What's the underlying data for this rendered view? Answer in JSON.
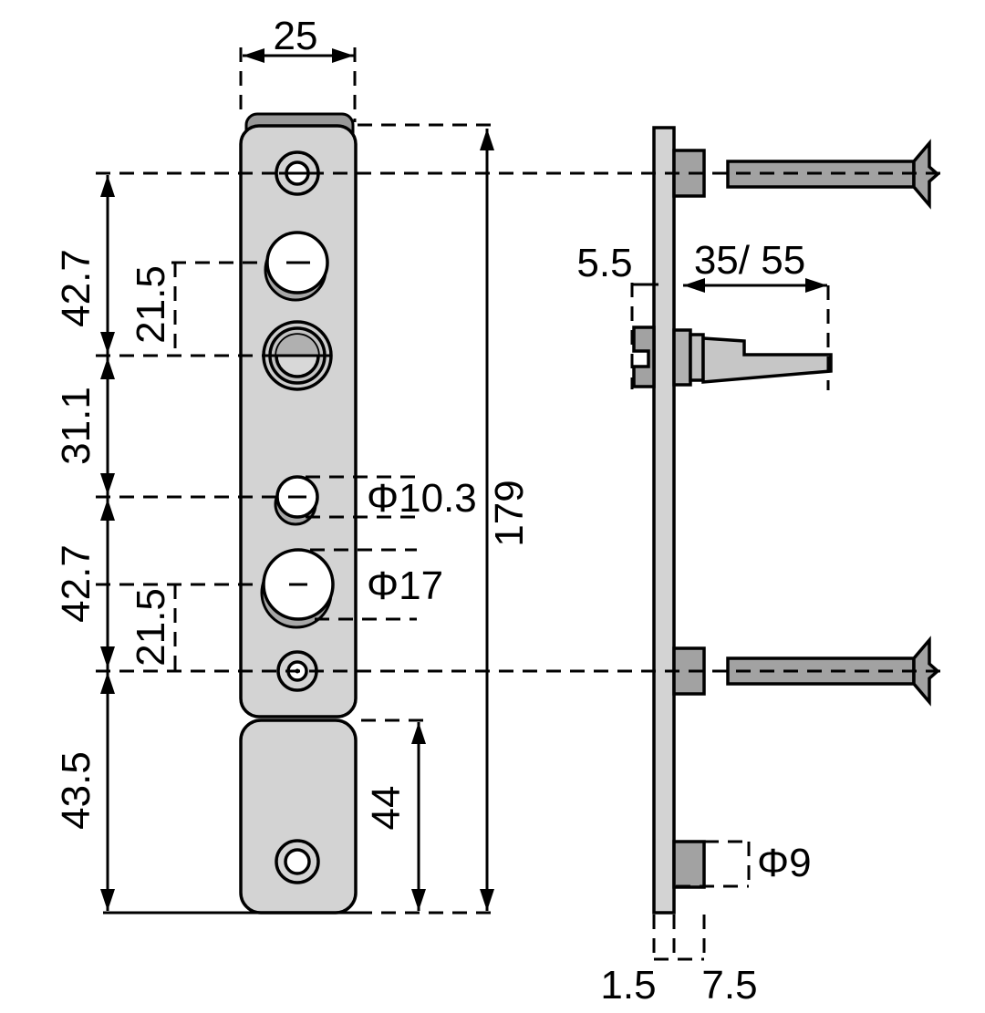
{
  "labels": {
    "top_width": "25",
    "upper_spacing": "42.7",
    "upper_offset": "21.5",
    "middle_spacing": "31.1",
    "lower_spacing": "42.7",
    "lower_offset": "21.5",
    "bottom_height": "43.5",
    "total_height": "179",
    "lower_plate_height": "44",
    "small_hole_dia": "Φ10.3",
    "large_hole_dia": "Φ17",
    "backset": "5.5",
    "reach": "35/ 55",
    "boss_hole_dia": "Φ9",
    "plate_thickness": "1.5",
    "boss_depth": "7.5"
  },
  "colors": {
    "background": "#ffffff",
    "line": "#000000",
    "plate_fill": "#d3d3d3",
    "plate_edge_dark": "#989898",
    "metal_mid": "#a2a2a2",
    "latch_fill": "#c6c6c6",
    "collar_fill": "#b2b2b2",
    "collar_inner": "#c0c0c0",
    "hole_shadow": "#a8a8a8",
    "bushing_outer": "#cdcdcd",
    "bushing_ring": "#c2c2c2",
    "bushing_top": "#b0b0b0",
    "bushing_bottom": "#d8d8d8",
    "white": "#ffffff"
  }
}
